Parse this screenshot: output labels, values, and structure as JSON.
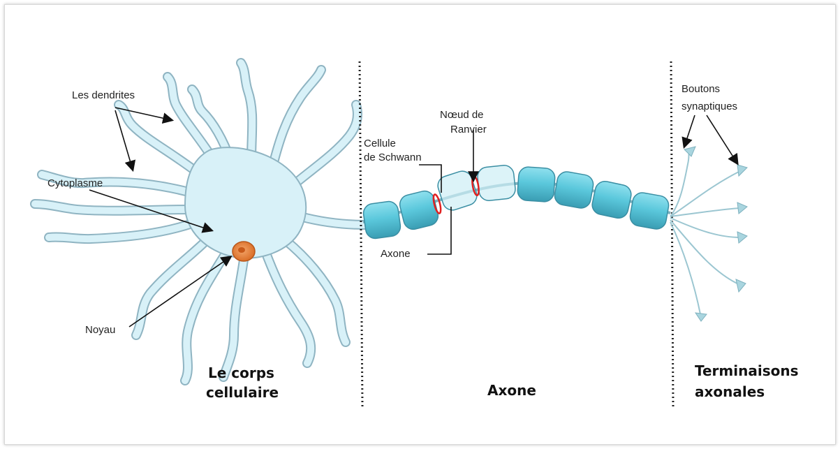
{
  "labels": {
    "dendrites": "Les dendrites",
    "cytoplasme": "Cytoplasme",
    "noyau": "Noyau",
    "cellule_schwann_1": "Cellule",
    "cellule_schwann_2": "de Schwann",
    "noeud_ranvier_1": "Nœud de",
    "noeud_ranvier_2": "Ranvier",
    "axone_small": "Axone",
    "boutons_1": "Boutons",
    "boutons_2": "synaptiques"
  },
  "sections": {
    "corps_1": "Le corps",
    "corps_2": "cellulaire",
    "axone": "Axone",
    "terminaisons_1": "Terminaisons",
    "terminaisons_2": "axonales"
  },
  "colors": {
    "cell_fill": "#d8f1f8",
    "cell_stroke": "#8fb4c2",
    "myelin": "#5bc8dc",
    "nucleus": "#e8823a",
    "node_red": "#e02020"
  }
}
